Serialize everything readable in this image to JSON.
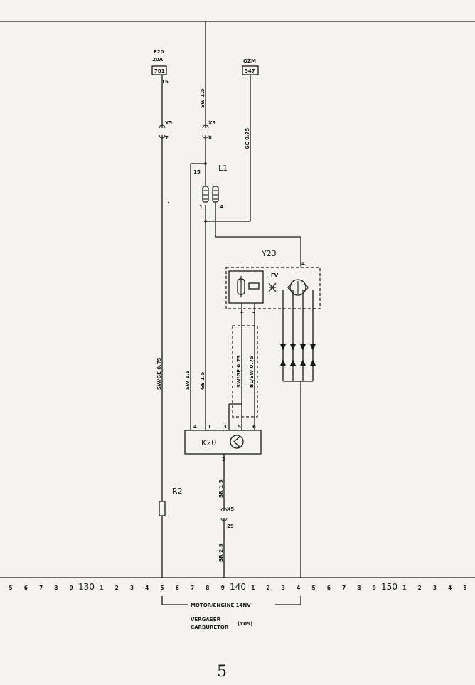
{
  "fuses": {
    "f20": {
      "name": "F20",
      "sub": "20A",
      "num": "701",
      "pin": "15"
    },
    "ozm": {
      "name": "OZM",
      "num": "547"
    }
  },
  "wires": {
    "sw_top": "SW 1.5",
    "ge": "GE 0.75",
    "swge": "SW/GE 0.75",
    "sw15": "SW 1.5",
    "ge15": "GE 1.5",
    "swge2": "SW/GE 0.75",
    "blsw": "BL/SW 0.75",
    "br15": "BR 1.5",
    "br25": "BR 2.5"
  },
  "connectors": {
    "x5_left": "X5",
    "x5_left_pin": "7",
    "x5_mid": "X5",
    "x5_mid_pin": "8",
    "x5_bot": "X5",
    "x5_bot_pin": "29"
  },
  "components": {
    "l1": "L1",
    "l1_pin15": "15",
    "l1_pin1": "1",
    "l1_pin4": "4",
    "y23": "Y23",
    "y23_pin": "4",
    "fv": "FV",
    "k20": "K20",
    "k20_pins": [
      "4",
      "1",
      "3",
      "5",
      "6"
    ],
    "k20_pin2": "2",
    "r2": "R2",
    "plus": "+",
    "minus": "-"
  },
  "ruler": {
    "row": [
      "5",
      "6",
      "7",
      "8",
      "9",
      "130",
      "1",
      "2",
      "3",
      "4",
      "5",
      "6",
      "7",
      "8",
      "9",
      "140",
      "1",
      "2",
      "3",
      "4",
      "5",
      "6",
      "7",
      "8",
      "9",
      "150",
      "1",
      "2",
      "3",
      "4",
      "5"
    ]
  },
  "footer": {
    "range_label": "MOTOR/ENGINE 14NV",
    "line1": "VERGASER",
    "line2": "CARBURETOR",
    "code": "(Y05)",
    "page": "5"
  },
  "colors": {
    "ink": "#1a1a1a",
    "paper": "#f4f3ef"
  }
}
